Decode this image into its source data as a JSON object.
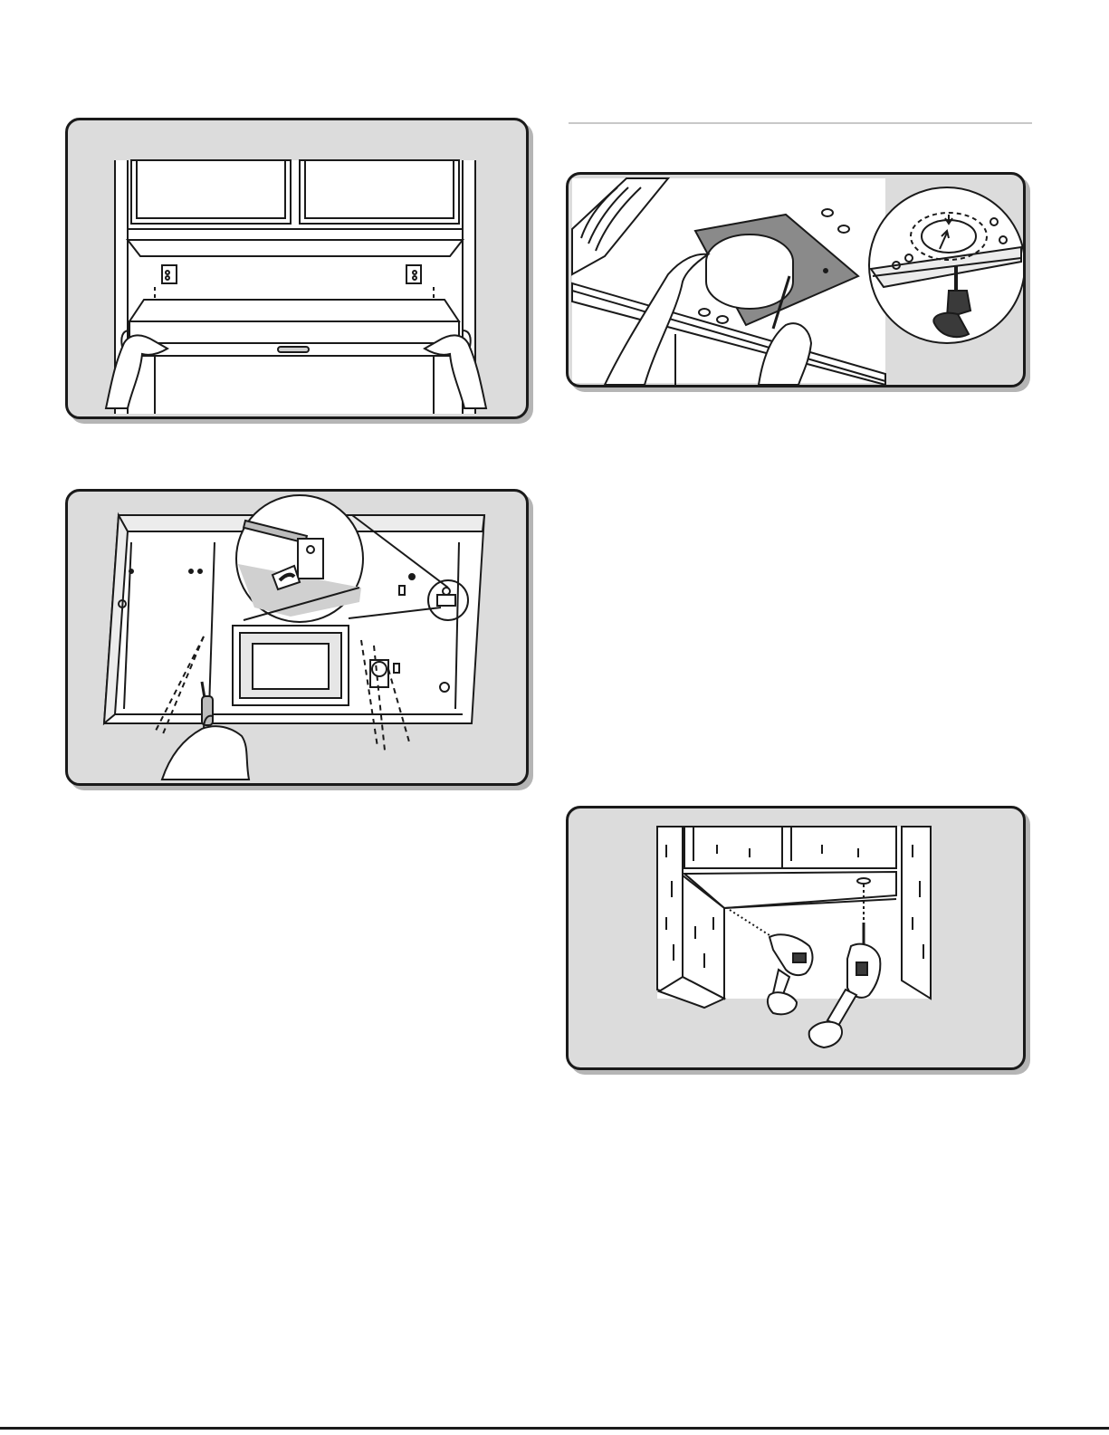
{
  "document": {
    "figures": [
      {
        "id": "fig-lift-hood",
        "icon": "hands-lifting-hood-illustration"
      },
      {
        "id": "fig-hood-underside",
        "icon": "screwdriver-hood-bottom-illustration"
      },
      {
        "id": "fig-template-trace",
        "icon": "cabinet-template-tracing-illustration"
      },
      {
        "id": "fig-drill-holes",
        "icon": "drill-cabinet-illustration"
      }
    ]
  },
  "colors": {
    "panel_fill": "#dcdcdc",
    "panel_border": "#1a1a1a",
    "line_art": "#1a1a1a",
    "rule": "#c8c8c8",
    "template_fill": "#8a8a8a"
  }
}
